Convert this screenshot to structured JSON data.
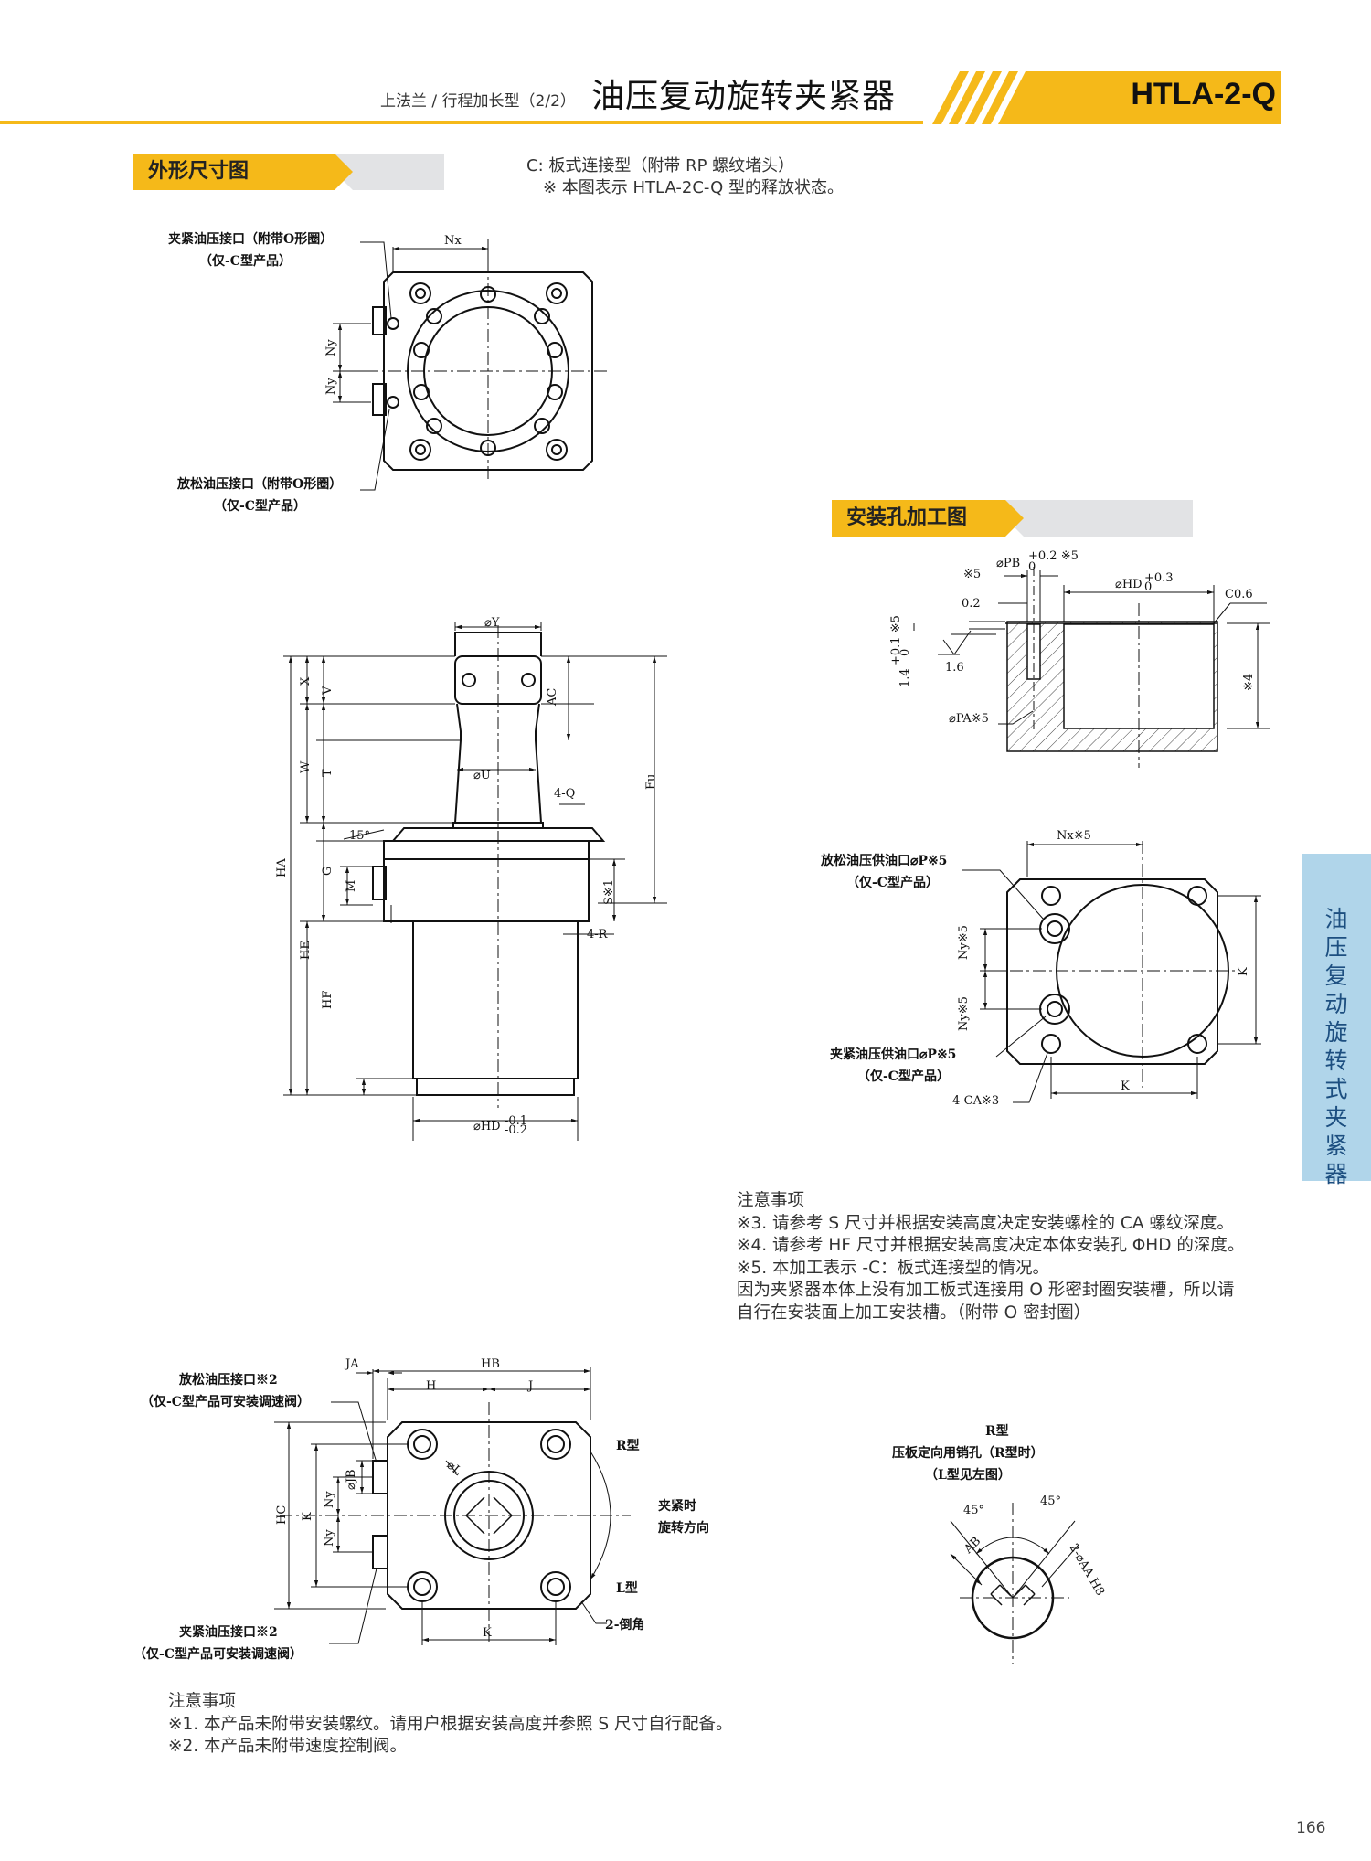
{
  "header": {
    "subtitle": "上法兰 / 行程加长型（2/2）",
    "title": "油压复动旋转夹紧器",
    "model": "HTLA-2-Q"
  },
  "sections": {
    "outline": "外形尺寸图",
    "mounting": "安装孔加工图"
  },
  "note_c": {
    "line1": "C: 板式连接型（附带 RP 螺纹堵头）",
    "line2": "※ 本图表示 HTLA-2C-Q 型的释放状态。"
  },
  "side_tab": [
    "油",
    "压",
    "复",
    "动",
    "旋",
    "转",
    "式",
    "夹",
    "紧",
    "器"
  ],
  "top_view": {
    "clamp_port_1": "夹紧油压接口（附带O形圈）",
    "clamp_port_2": "（仅-C型产品）",
    "release_port_1": "放松油压接口（附带O形圈）",
    "release_port_2": "（仅-C型产品）",
    "nx": "Nx",
    "ny": "Ny"
  },
  "side_view": {
    "y": "⌀Y",
    "u": "⌀U",
    "q": "4-Q",
    "r": "4-R",
    "hd": "⌀HD",
    "hd_tol_upper": "-0.1",
    "hd_tol_lower": "-0.2",
    "ha": "HA",
    "he": "HE",
    "hf": "HF",
    "w": "W",
    "t": "T",
    "x": "X",
    "v": "V",
    "g": "G",
    "m": "M",
    "ac": "AC",
    "fu": "Fu",
    "s1": "S※1",
    "angle": "15°"
  },
  "mount_section": {
    "pb": "⌀PB",
    "pb_tol": "+0.2 ※5",
    "pb_tol_lower": "0",
    "hd": "⌀HD",
    "hd_tol": "+0.3",
    "hd_tol_lower": "0",
    "c06": "C0.6",
    "r5": "※5",
    "d02": "0.2",
    "rough": "1.6",
    "depth": "1.4",
    "depth_tol": "+0.1 ※5",
    "depth_tol_lower": "0",
    "pa": "⌀PA※5",
    "r4": "※4"
  },
  "mount_plan": {
    "nx5": "Nx※5",
    "ny5": "Ny※5",
    "k": "K",
    "release_1": "放松油压供油口⌀P※5",
    "release_2": "（仅-C型产品）",
    "clamp_1": "夹紧油压供油口⌀P※5",
    "clamp_2": "（仅-C型产品）",
    "ca": "4-CA※3"
  },
  "notes_mid": {
    "heading": "注意事项",
    "l1": "※3. 请参考 S 尺寸并根据安装高度决定安装螺栓的 CA 螺纹深度。",
    "l2": "※4. 请参考 HF 尺寸并根据安装高度决定本体安装孔 ΦHD 的深度。",
    "l3": "※5. 本加工表示 -C：板式连接型的情况。",
    "l4": "因为夹紧器本体上没有加工板式连接用 O 形密封圈安装槽，所以请",
    "l5": "自行在安装面上加工安装槽。（附带 O 密封圈）"
  },
  "bottom_view": {
    "release_1": "放松油压接口※2",
    "release_2": "（仅-C型产品可安装调速阀）",
    "clamp_1": "夹紧油压接口※2",
    "clamp_2": "（仅-C型产品可安装调速阀）",
    "ja": "JA",
    "hb": "HB",
    "h": "H",
    "j": "J",
    "jb": "⌀JB",
    "l": "⌀L",
    "hc": "HC",
    "k": "K",
    "ny": "Ny",
    "r_type": "R型",
    "l_type": "L型",
    "chamfer": "2-倒角",
    "dir_1": "夹紧时",
    "dir_2": "旋转方向"
  },
  "pin_view": {
    "title": "R型",
    "line1": "压板定向用销孔（R型时）",
    "line2": "（L型见左图）",
    "a45_1": "45°",
    "a45_2": "45°",
    "ab": "AB",
    "aa": "2-⌀AA H8"
  },
  "notes_bottom": {
    "heading": "注意事项",
    "l1": "※1. 本产品未附带安装螺纹。请用户根据安装高度并参照 S 尺寸自行配备。",
    "l2": "※2. 本产品未附带速度控制阀。"
  },
  "page_number": "166",
  "colors": {
    "accent": "#f5b919",
    "side_tab": "#b0d5ea",
    "gray": "#e2e3e5"
  }
}
